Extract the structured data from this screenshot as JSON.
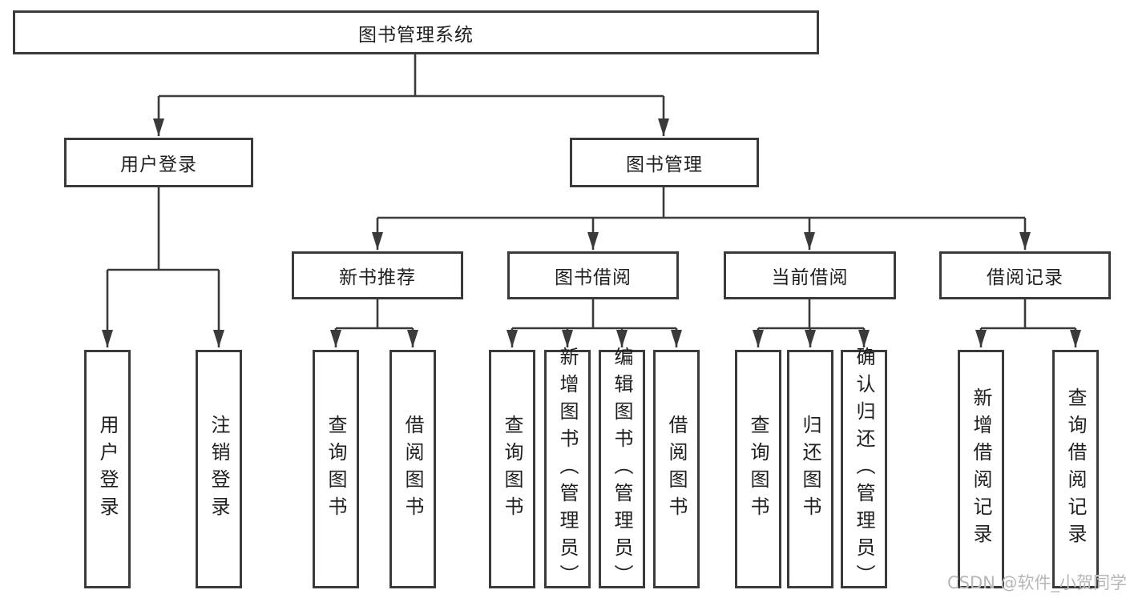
{
  "diagram": {
    "root": {
      "label": "图书管理系统"
    },
    "branches": [
      {
        "label": "用户登录",
        "children": [
          "用户登录",
          "注销登录"
        ]
      },
      {
        "label": "图书管理",
        "sections": [
          {
            "label": "新书推荐",
            "children": [
              "查询图书",
              "借阅图书"
            ]
          },
          {
            "label": "图书借阅",
            "children": [
              "查询图书",
              "新增图书（管理员）",
              "编辑图书（管理员）",
              "借阅图书"
            ]
          },
          {
            "label": "当前借阅",
            "children": [
              "查询图书",
              "归还图书",
              "确认归还（管理员）"
            ]
          },
          {
            "label": "借阅记录",
            "children": [
              "新增借阅记录",
              "查询借阅记录"
            ]
          }
        ]
      }
    ]
  },
  "watermark": "CSDN @软件_小贺同学",
  "colors": {
    "line": "#3a3a3a",
    "text": "#1f1f1f",
    "watermark": "#b7b7b7",
    "background": "#ffffff"
  }
}
